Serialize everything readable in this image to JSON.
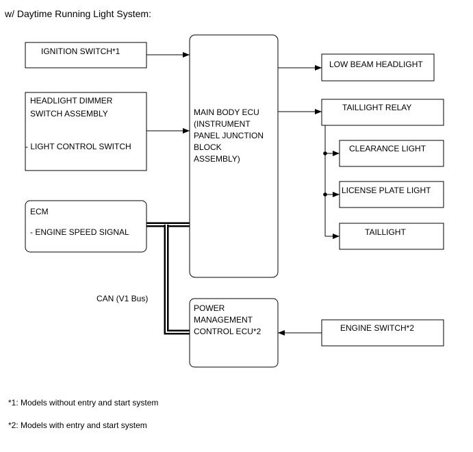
{
  "title": "w/ Daytime Running Light System:",
  "blocks": {
    "ignition_switch": "IGNITION SWITCH*1",
    "headlight_dimmer": [
      "HEADLIGHT DIMMER",
      "SWITCH ASSEMBLY",
      "",
      "- LIGHT CONTROL SWITCH"
    ],
    "ecm": [
      "ECM",
      "",
      "- ENGINE SPEED SIGNAL"
    ],
    "main_body_ecu": [
      "MAIN BODY ECU",
      "(INSTRUMENT",
      "PANEL JUNCTION",
      "BLOCK",
      "ASSEMBLY)"
    ],
    "power_mgmt_ecu": [
      "POWER",
      "MANAGEMENT",
      "CONTROL ECU*2"
    ],
    "engine_switch": "ENGINE SWITCH*2",
    "low_beam": "LOW BEAM HEADLIGHT",
    "taillight_relay": "TAILLIGHT RELAY",
    "clearance_light": "CLEARANCE LIGHT",
    "license_plate_light": "LICENSE PLATE LIGHT",
    "taillight": "TAILLIGHT"
  },
  "bus_label": "CAN (V1 Bus)",
  "footnotes": [
    "*1: Models without entry and start system",
    "*2: Models with entry and start system"
  ]
}
